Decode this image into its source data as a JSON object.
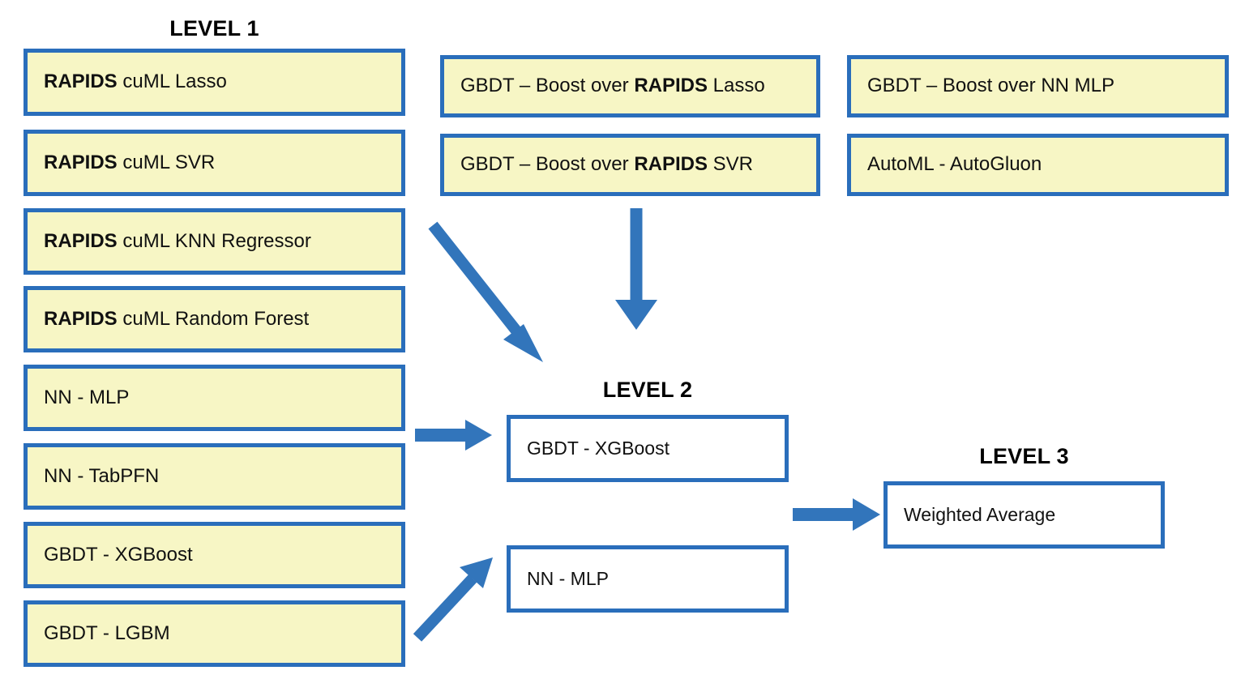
{
  "diagram": {
    "title_level1": "LEVEL 1",
    "title_level2": "LEVEL 2",
    "title_level3": "LEVEL 3",
    "colors": {
      "box_border": "#2a6ebb",
      "box_fill_yellow": "#f7f6c5",
      "box_fill_white": "#ffffff",
      "arrow": "#3275bb",
      "text": "#111111"
    }
  },
  "level1": {
    "heading": "LEVEL 1",
    "column_left": [
      {
        "bold": "RAPIDS",
        "rest": " cuML Lasso"
      },
      {
        "bold": "RAPIDS",
        "rest": " cuML SVR"
      },
      {
        "bold": "RAPIDS",
        "rest": " cuML KNN Regressor"
      },
      {
        "bold": "RAPIDS",
        "rest": " cuML Random Forest"
      },
      {
        "bold": "",
        "rest": "NN - MLP"
      },
      {
        "bold": "",
        "rest": "NN - TabPFN"
      },
      {
        "bold": "",
        "rest": "GBDT - XGBoost"
      },
      {
        "bold": "",
        "rest": "GBDT - LGBM"
      }
    ],
    "column_middle": [
      {
        "pre": "GBDT – Boost over ",
        "bold": "RAPIDS",
        "rest": " Lasso"
      },
      {
        "pre": "GBDT – Boost over ",
        "bold": "RAPIDS",
        "rest": " SVR"
      }
    ],
    "column_right": [
      {
        "pre": "GBDT – Boost over NN MLP",
        "bold": "",
        "rest": ""
      },
      {
        "pre": "AutoML - AutoGluon",
        "bold": "",
        "rest": ""
      }
    ]
  },
  "level2": {
    "heading": "LEVEL 2",
    "nodes": [
      {
        "label": "GBDT - XGBoost"
      },
      {
        "label": "NN - MLP"
      }
    ]
  },
  "level3": {
    "heading": "LEVEL 3",
    "nodes": [
      {
        "label": "Weighted Average"
      }
    ]
  },
  "arrows": [
    {
      "name": "arrow-knn-to-level2-xgboost",
      "kind": "diagonal-down-right"
    },
    {
      "name": "arrow-boost-svr-to-level2-xgboost",
      "kind": "vertical-down"
    },
    {
      "name": "arrow-mlp-to-level2-xgboost",
      "kind": "horizontal-right"
    },
    {
      "name": "arrow-lgbm-to-level2-mlp",
      "kind": "diagonal-up-right"
    },
    {
      "name": "arrow-level2-to-level3",
      "kind": "horizontal-right"
    }
  ]
}
